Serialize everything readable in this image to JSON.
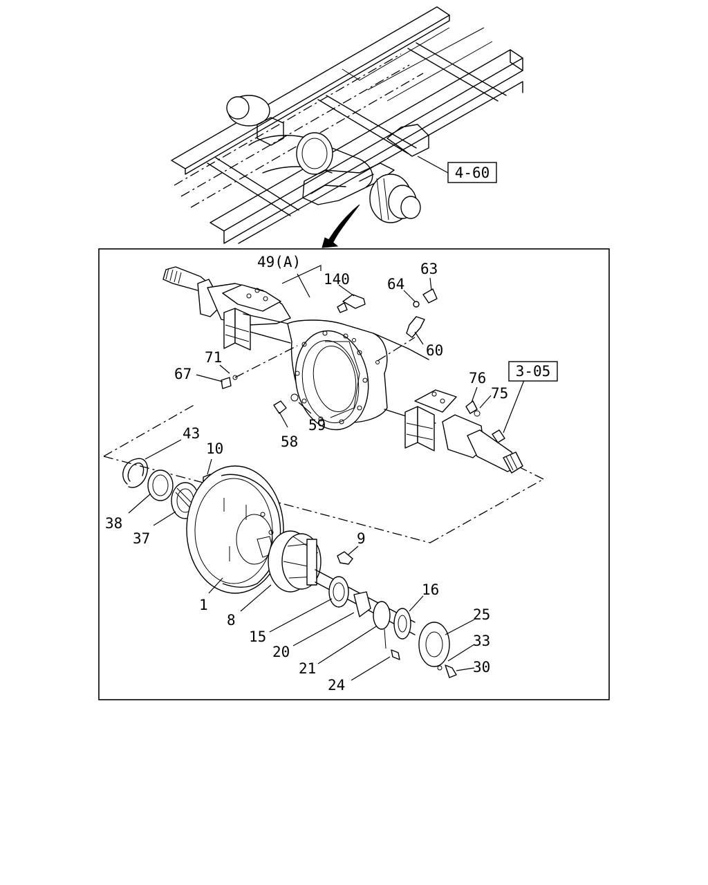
{
  "refs": {
    "frame_ref": "4-60",
    "axle_ref": "3-05"
  },
  "parts": [
    {
      "key": "p49a",
      "label": "49(A)"
    },
    {
      "key": "p140",
      "label": "140"
    },
    {
      "key": "p64",
      "label": "64"
    },
    {
      "key": "p63",
      "label": "63"
    },
    {
      "key": "p60",
      "label": "60"
    },
    {
      "key": "p71",
      "label": "71"
    },
    {
      "key": "p67",
      "label": "67"
    },
    {
      "key": "p76",
      "label": "76"
    },
    {
      "key": "p75",
      "label": "75"
    },
    {
      "key": "p58",
      "label": "58"
    },
    {
      "key": "p59",
      "label": "59"
    },
    {
      "key": "p43",
      "label": "43"
    },
    {
      "key": "p10",
      "label": "10"
    },
    {
      "key": "p38",
      "label": "38"
    },
    {
      "key": "p37",
      "label": "37"
    },
    {
      "key": "p9",
      "label": "9"
    },
    {
      "key": "p1",
      "label": "1"
    },
    {
      "key": "p8",
      "label": "8"
    },
    {
      "key": "p16",
      "label": "16"
    },
    {
      "key": "p15",
      "label": "15"
    },
    {
      "key": "p25",
      "label": "25"
    },
    {
      "key": "p20",
      "label": "20"
    },
    {
      "key": "p33",
      "label": "33"
    },
    {
      "key": "p21",
      "label": "21"
    },
    {
      "key": "p30",
      "label": "30"
    },
    {
      "key": "p24",
      "label": "24"
    }
  ]
}
